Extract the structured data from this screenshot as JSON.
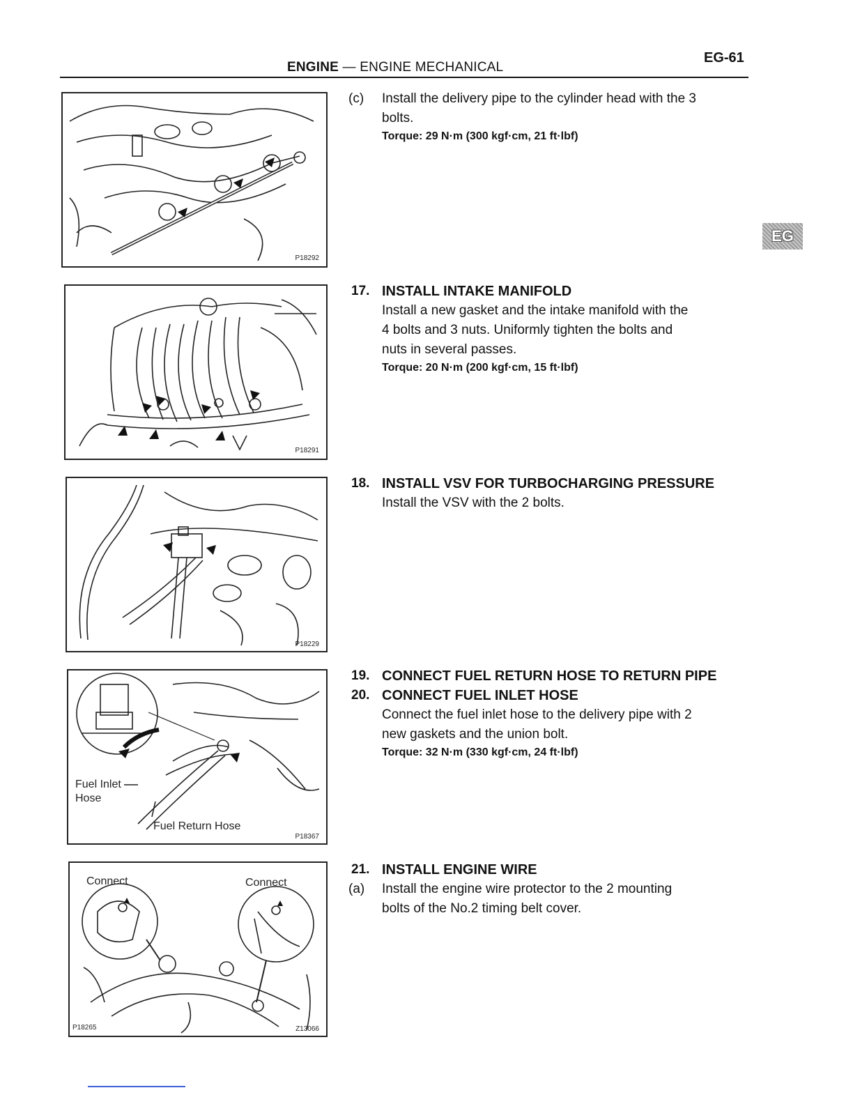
{
  "header": {
    "section_bold": "ENGINE",
    "section_rest": "— ENGINE MECHANICAL",
    "page_number": "EG-61",
    "side_tab": "EG"
  },
  "figures": [
    {
      "code": "P18292"
    },
    {
      "code": "P18291"
    },
    {
      "code": "P18229"
    },
    {
      "code": "P18367",
      "labels": {
        "fuel_inlet_line1": "Fuel Inlet",
        "fuel_inlet_line2": "Hose",
        "fuel_return": "Fuel Return Hose"
      }
    },
    {
      "code_left": "P18265",
      "code_right": "Z13066",
      "labels": {
        "connect_left": "Connect",
        "connect_right": "Connect"
      }
    }
  ],
  "steps": [
    {
      "marker": "(c)",
      "text_line1": "Install the delivery pipe to the cylinder head with the 3",
      "text_line2": "bolts.",
      "torque": "Torque: 29 N·m (300 kgf·cm, 21 ft·lbf)"
    },
    {
      "number": "17.",
      "title": "INSTALL INTAKE MANIFOLD",
      "text_line1": "Install a new gasket and the intake manifold with the",
      "text_line2": "4 bolts and 3 nuts. Uniformly tighten the bolts and",
      "text_line3": "nuts in several passes.",
      "torque": "Torque: 20 N·m (200 kgf·cm, 15 ft·lbf)"
    },
    {
      "number": "18.",
      "title": "INSTALL VSV FOR TURBOCHARGING PRESSURE",
      "text_line1": "Install the VSV with the 2 bolts."
    },
    {
      "number": "19.",
      "title": "CONNECT FUEL RETURN HOSE TO RETURN PIPE"
    },
    {
      "number": "20.",
      "title": "CONNECT FUEL INLET HOSE",
      "text_line1": "Connect the fuel inlet hose to the delivery pipe with 2",
      "text_line2": "new gaskets and the union bolt.",
      "torque": "Torque: 32 N·m (330 kgf·cm, 24 ft·lbf)"
    },
    {
      "number": "21.",
      "title": "INSTALL ENGINE WIRE",
      "sub_marker": "(a)",
      "text_line1": "Install the engine wire protector to the 2 mounting",
      "text_line2": "bolts of the No.2 timing belt cover."
    }
  ]
}
